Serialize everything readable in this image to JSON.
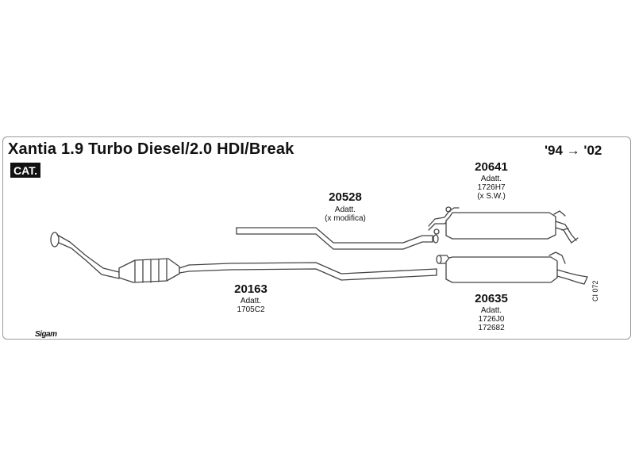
{
  "header": {
    "title": "Xantia 1.9 Turbo Diesel/2.0 HDI/Break",
    "years": "'94 → '02",
    "badge": "CAT."
  },
  "parts": {
    "p20641": {
      "number": "20641",
      "line1": "Adatt.",
      "line2": "1726H7",
      "line3": "(x S.W.)"
    },
    "p20528": {
      "number": "20528",
      "line1": "Adatt.",
      "line2": "(x modifica)"
    },
    "p20163": {
      "number": "20163",
      "line1": "Adatt.",
      "line2": "1705C2"
    },
    "p20635": {
      "number": "20635",
      "line1": "Adatt.",
      "line2": "1726J0",
      "line3": "172682"
    }
  },
  "footer": {
    "catalog_ref": "CI 072",
    "brand": "Sigam"
  }
}
